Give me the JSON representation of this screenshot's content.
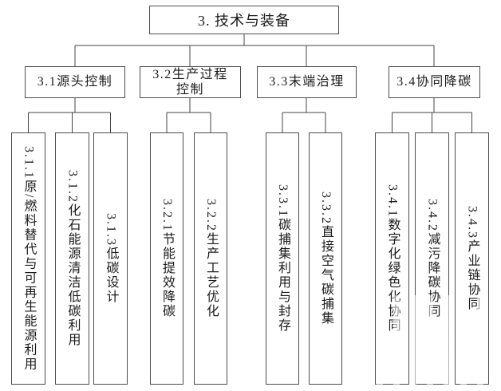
{
  "diagram": {
    "root": {
      "label": "3. 技术与装备"
    },
    "branches": [
      {
        "label": "3.1源头控制",
        "children": [
          {
            "label": "3.1.1原/燃料替代与可再生能源利用"
          },
          {
            "label": "3.1.2化石能源清洁低碳利用"
          },
          {
            "label": "3.1.3低碳设计"
          }
        ]
      },
      {
        "label": "3.2生产过程\n控制",
        "children": [
          {
            "label": "3.2.1节能提效降碳"
          },
          {
            "label": "3.2.2生产工艺优化"
          }
        ]
      },
      {
        "label": "3.3末端治理",
        "children": [
          {
            "label": "3.3.1碳捕集利用与封存"
          },
          {
            "label": "3.3.2直接空气碳捕集"
          }
        ]
      },
      {
        "label": "3.4协同降碳",
        "children": [
          {
            "label": "3.4.1数字化绿色化协同"
          },
          {
            "label": "3.4.2减污降碳协同"
          },
          {
            "label": "3.4.3产业链协同"
          }
        ]
      }
    ]
  },
  "colors": {
    "line": "#454545",
    "border": "#4d4d4d",
    "text": "#1b1b1b",
    "background": "#ffffff"
  }
}
